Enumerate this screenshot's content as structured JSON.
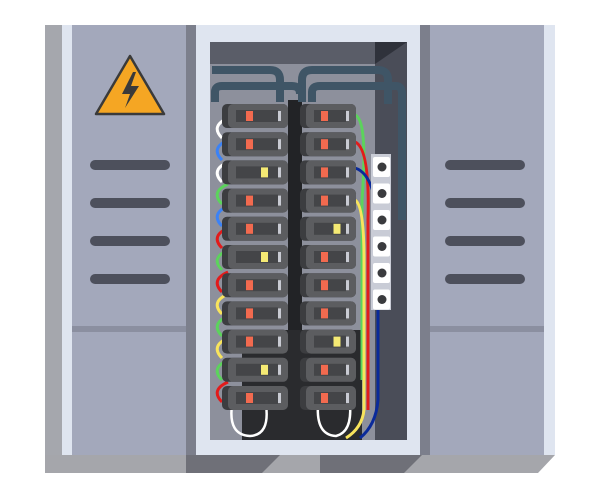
{
  "colors": {
    "door": "#a3a8bb",
    "door_dark": "#7c7f8c",
    "frame": "#dfe5f0",
    "interior": "#5a5d68",
    "breaker": "#5c5d60",
    "breaker_dark": "#3c3d40",
    "switch_on": "#f26a4f",
    "switch_off": "#f5ea74",
    "warning": "#f5a623",
    "bus_pipe": "#3f5566"
  },
  "warning_sign": {
    "icon": "high-voltage-icon"
  },
  "breakers": {
    "left": [
      "red",
      "red",
      "yellow",
      "red",
      "red",
      "yellow",
      "red",
      "red",
      "red",
      "yellow",
      "red"
    ],
    "right": [
      "red",
      "red",
      "red",
      "red",
      "yellow",
      "red",
      "red",
      "red",
      "yellow",
      "red",
      "red"
    ]
  },
  "left_wires": [
    "white",
    "blue",
    "white",
    "green",
    "blue",
    "red",
    "green",
    "red",
    "yellow",
    "green",
    "yellow",
    "green",
    "red"
  ],
  "terminal_block": {
    "count": 6
  }
}
